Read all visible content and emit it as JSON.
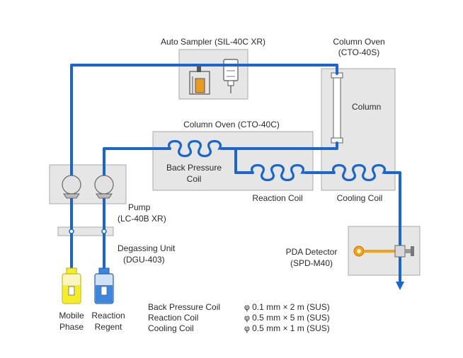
{
  "colors": {
    "pipe": "#1a66cc",
    "box_fill": "#e6e6e6",
    "box_stroke": "#a9a9a9",
    "mobile_phase_liquid": "#f5ec2a",
    "reagent_liquid": "#3d86e0",
    "detector_accent": "#f2a21a",
    "sampler_vial": "#e89a22"
  },
  "labels": {
    "auto_sampler": "Auto Sampler (SIL-40C XR)",
    "column_oven_top_line1": "Column Oven",
    "column_oven_top_line2": "(CTO-40S)",
    "column": "Column",
    "column_oven_mid": "Column Oven (CTO-40C)",
    "back_pressure_coil_line1": "Back Pressure",
    "back_pressure_coil_line2": "Coil",
    "reaction_coil": "Reaction Coil",
    "cooling_coil": "Cooling Coil",
    "pump_line1": "Pump",
    "pump_line2": "(LC-40B XR)",
    "degassing_line1": "Degassing Unit",
    "degassing_line2": "(DGU-403)",
    "pda_line1": "PDA Detector",
    "pda_line2": "(SPD-M40)",
    "mobile_phase_line1": "Mobile",
    "mobile_phase_line2": "Phase",
    "reaction_regent_line1": "Reaction",
    "reaction_regent_line2": "Regent"
  },
  "specs": [
    {
      "name": "Back Pressure Coil",
      "value": "φ 0.1 mm × 2 m (SUS)"
    },
    {
      "name": "Reaction Coil",
      "value": "φ 0.5 mm × 5 m (SUS)"
    },
    {
      "name": "Cooling Coil",
      "value": "φ 0.5 mm × 1 m (SUS)"
    }
  ]
}
